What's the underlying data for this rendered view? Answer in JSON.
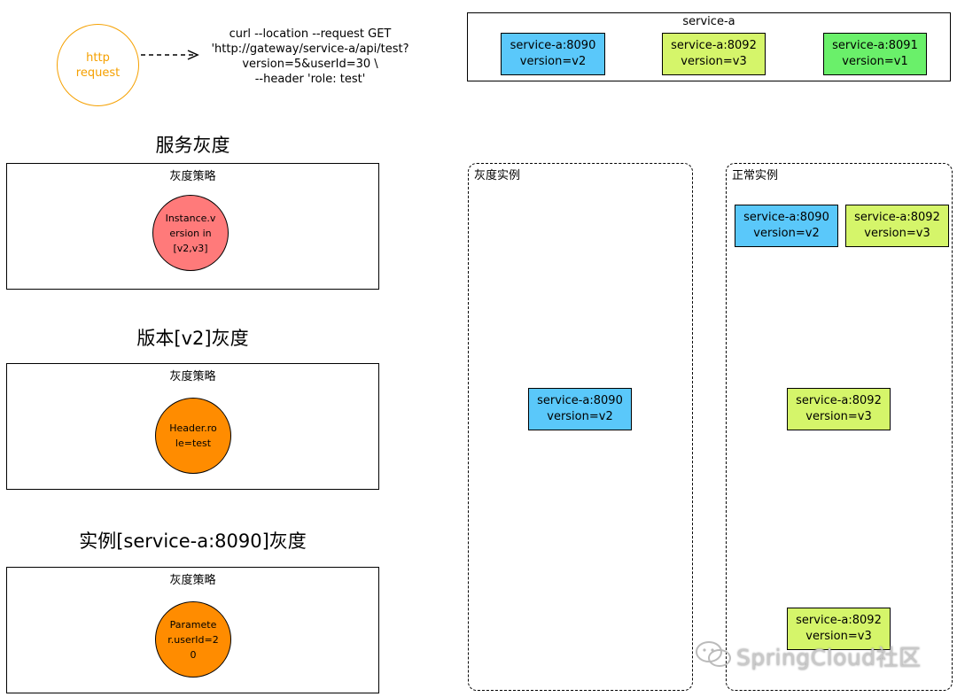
{
  "colors": {
    "blue": "#5AC8FA",
    "lime": "#D5F56A",
    "green": "#6AF06A",
    "red": "#FF7A7A",
    "orange": "#FF8C00",
    "orange_text": "#F5A000"
  },
  "request": {
    "circle_line1": "http",
    "circle_line2": "request",
    "curl_line1": "curl --location --request GET",
    "curl_line2": "'http://gateway/service-a/api/test?",
    "curl_line3": "version=5&userId=30 \\",
    "curl_line4": "--header 'role: test'"
  },
  "service_a": {
    "title": "service-a",
    "instances": [
      {
        "port": "service-a:8090",
        "version": "version=v2"
      },
      {
        "port": "service-a:8092",
        "version": "version=v3"
      },
      {
        "port": "service-a:8091",
        "version": "version=v1"
      }
    ]
  },
  "strategies": [
    {
      "heading": "服务灰度",
      "box_title": "灰度策略",
      "circle_lines": [
        "Instance.v",
        "ersion in",
        "[v2,v3]"
      ]
    },
    {
      "heading": "版本[v2]灰度",
      "box_title": "灰度策略",
      "circle_lines": [
        "Header.ro",
        "le=test"
      ]
    },
    {
      "heading": "实例[service-a:8090]灰度",
      "box_title": "灰度策略",
      "circle_lines": [
        "Paramete",
        "r.userId=2",
        "0"
      ]
    }
  ],
  "gray_group": {
    "title": "灰度实例",
    "instance": {
      "port": "service-a:8090",
      "version": "version=v2"
    }
  },
  "normal_group": {
    "title": "正常实例",
    "instances": [
      {
        "port": "service-a:8090",
        "version": "version=v2"
      },
      {
        "port": "service-a:8092",
        "version": "version=v3"
      },
      {
        "port": "service-a:8092",
        "version": "version=v3"
      },
      {
        "port": "service-a:8092",
        "version": "version=v3"
      }
    ]
  },
  "watermark": "SpringCloud社区"
}
